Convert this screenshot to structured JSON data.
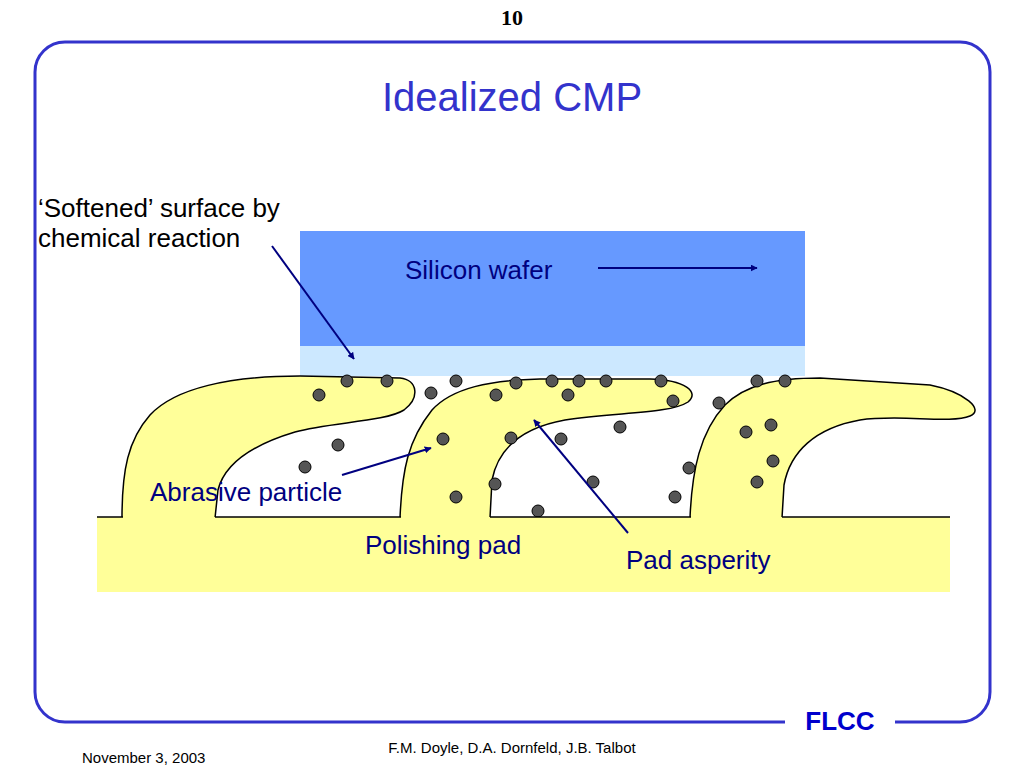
{
  "diagram": {
    "title": "Idealized CMP",
    "nodes": [
      {
        "text": [
          "Silicon wafer"
        ]
      },
      {
        "text": [
          "Polishing pad"
        ]
      }
    ],
    "labels": [
      "10",
      "‘Softened’ surface by chemical reaction",
      "Abrasive particle",
      "Pad asperity",
      "FLCC",
      "November 3, 2003",
      "F.M. Doyle, D.A. Dornfeld, J.B. Talbot"
    ]
  }
}
